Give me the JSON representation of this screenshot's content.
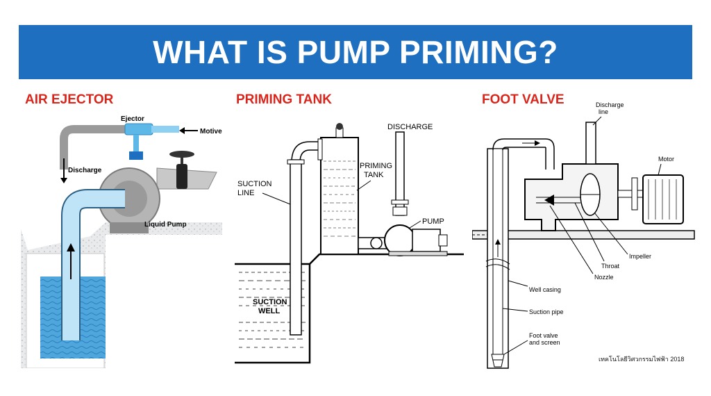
{
  "title": "WHAT IS PUMP PRIMING?",
  "colors": {
    "banner": "#1f6fc0",
    "section_title": "#d9261c",
    "water": "#4fa6dc",
    "pipe_blue": "#bfe3f7"
  },
  "sections": {
    "air_ejector": {
      "title": "AIR EJECTOR",
      "labels": {
        "ejector": "Ejector",
        "motive": "Motive",
        "discharge": "Discharge",
        "liquid_pump": "Liquid Pump"
      }
    },
    "priming_tank": {
      "title": "PRIMING TANK",
      "labels": {
        "discharge": "DISCHARGE",
        "priming": "PRIMING",
        "tank": "TANK",
        "suction": "SUCTION",
        "line": "LINE",
        "pump": "PUMP",
        "suction_well_1": "SUCTION",
        "suction_well_2": "WELL"
      }
    },
    "foot_valve": {
      "title": "FOOT VALVE",
      "labels": {
        "discharge": "Discharge",
        "line": "line",
        "motor": "Motor",
        "impeller": "Impeller",
        "throat": "Throat",
        "nozzle": "Nozzle",
        "well_casing": "Well casing",
        "suction_pipe": "Suction pipe",
        "foot_valve": "Foot valve",
        "and_screen": "and screen"
      }
    }
  },
  "footnote": "เทคโนโลยีวิศวกรรมไฟฟ้า 2018"
}
